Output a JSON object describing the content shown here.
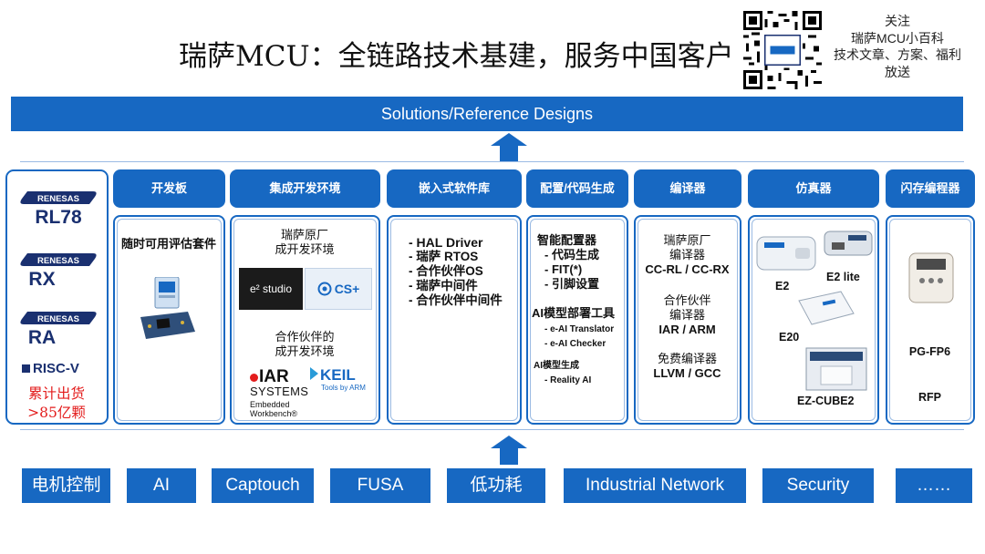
{
  "title": "瑞萨MCU：全链路技术基建，服务中国客户",
  "follow": {
    "line1": "关注",
    "line2": "瑞萨MCU小百科",
    "line3": "技术文章、方案、福利",
    "line4": "放送"
  },
  "banner": "Solutions/Reference Designs",
  "vendor": {
    "logos": [
      {
        "brand": "RENESAS",
        "product": "RL78"
      },
      {
        "brand": "RENESAS",
        "product": "RX"
      },
      {
        "brand": "RENESAS",
        "product": "RA"
      }
    ],
    "riscv": "RISC-V",
    "shipped_line1": "累计出货",
    "shipped_line2": ">85亿颗"
  },
  "columns": {
    "dev_board": {
      "header": "开发板",
      "title": "随时可用评估套件"
    },
    "ide": {
      "header": "集成开发环境",
      "renesas_1": "瑞萨原厂",
      "renesas_2": "成开发环境",
      "estudio": "e² studio",
      "csplus": "CS+",
      "partner_1": "合作伙伴的",
      "partner_2": "成开发环境",
      "iar_1": "IAR",
      "iar_2": "SYSTEMS",
      "iar_3": "Embedded",
      "iar_4": "Workbench®",
      "keil_1": "KEIL",
      "keil_2": "Tools by ARM"
    },
    "embedded_sw": {
      "header": "嵌入式软件库",
      "items": [
        "- HAL Driver",
        "- 瑞萨 RTOS",
        "- 合作伙伴OS",
        "- 瑞萨中间件",
        "- 合作伙伴中间件"
      ]
    },
    "config": {
      "header": "配置/代码生成",
      "smart_config": "智能配置器",
      "smart_items": [
        "- 代码生成",
        "- FIT(*)",
        "- 引脚设置"
      ],
      "ai_deploy": "AI模型部署工具",
      "ai_items": [
        "- e-AI Translator",
        "- e-AI Checker"
      ],
      "ai_gen": "AI模型生成",
      "ai_gen_item": "- Reality AI"
    },
    "compiler": {
      "header": "编译器",
      "g1_a": "瑞萨原厂",
      "g1_b": "编译器",
      "g1_c": "CC-RL / CC-RX",
      "g2_a": "合作伙伴",
      "g2_b": "编译器",
      "g2_c": "IAR / ARM",
      "g3_a": "免费编译器",
      "g3_b": "LLVM / GCC"
    },
    "emulator": {
      "header": "仿真器",
      "e2": "E2",
      "e2lite": "E2 lite",
      "e20": "E20",
      "ezcube": "EZ-CUBE2"
    },
    "flash": {
      "header": "闪存编程器",
      "pgfp6": "PG-FP6",
      "rfp": "RFP"
    }
  },
  "applications": [
    "电机控制",
    "AI",
    "Captouch",
    "FUSA",
    "低功耗",
    "Industrial Network",
    "Security",
    "……"
  ],
  "colors": {
    "accent": "#1768c2",
    "highlight_red": "#e31c1c",
    "divider": "#9bbbe3"
  }
}
